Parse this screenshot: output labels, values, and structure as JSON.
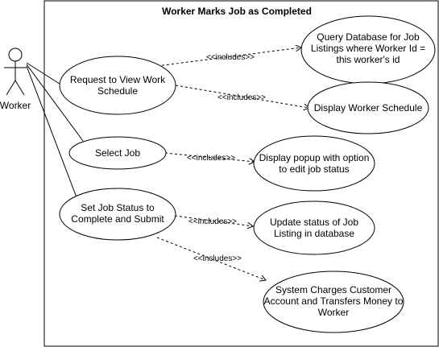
{
  "diagram": {
    "system_title": "Worker Marks Job as Completed",
    "actor": {
      "label": "Worker"
    },
    "include_label": "<<includes>>",
    "use_cases": {
      "request_schedule": [
        "Request to View Work",
        "Schedule"
      ],
      "select_job": [
        "Select Job"
      ],
      "set_status": [
        "Set Job Status to",
        "Complete and Submit"
      ],
      "query_db": [
        "Query Database for Job",
        "Listings where Worker Id =",
        "this worker's id"
      ],
      "display_schedule": [
        "Display Worker Schedule"
      ],
      "display_popup": [
        "Display popup with option",
        "to edit job status"
      ],
      "update_status": [
        "Update status of Job",
        "Listing in database"
      ],
      "charge_customer": [
        "System Charges Customer",
        "Account and Transfers Money to",
        "Worker"
      ]
    }
  }
}
